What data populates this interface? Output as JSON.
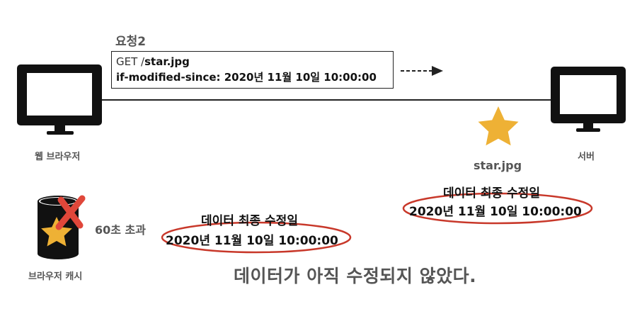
{
  "request": {
    "title": "요청2",
    "line1_method": "GET /",
    "line1_path": "star.jpg",
    "line2": "if-modified-since: 2020년 11월 10일 10:00:00"
  },
  "client": {
    "label": "웹 브라우저",
    "icon": "monitor-icon"
  },
  "server": {
    "label": "서버",
    "icon": "monitor-icon",
    "file_label": "star.jpg",
    "date_label": "데이터 최종 수정일",
    "date_value": "2020년 11월 10일 10:00:00"
  },
  "cache": {
    "label": "브라우저 캐시",
    "icon": "cylinder-icon",
    "expired_text": "60초 초과",
    "date_label": "데이터 최종 수정일",
    "date_value": "2020년 11월 10일 10:00:00"
  },
  "conclusion": "데이터가 아직 수정되지 않았다.",
  "colors": {
    "star": "#EEB135",
    "ellipse": "#C8382A",
    "cross": "#E0473A",
    "dark": "#111111",
    "gray_text": "#555555"
  }
}
